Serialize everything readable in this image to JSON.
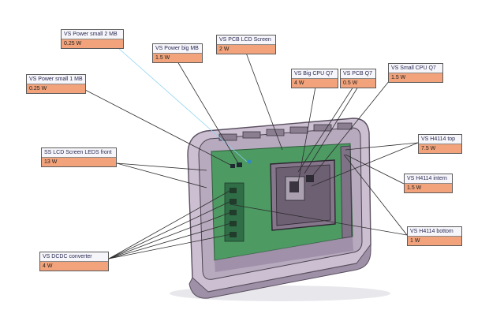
{
  "colors": {
    "value_fill": "#f2a37b",
    "pcb_green": "#3f8f59",
    "housing": "#b7a9be",
    "leader_line": "#2e2e2e",
    "highlight_leader": "#8ed3f0"
  },
  "callouts": [
    {
      "id": "power-small-2",
      "name": "VS Power small 2 MB",
      "value": "0.25 W"
    },
    {
      "id": "power-big",
      "name": "VS Power big MB",
      "value": "1.5 W"
    },
    {
      "id": "pcb-lcd",
      "name": "VS PCB LCD Screen",
      "value": "2 W"
    },
    {
      "id": "big-cpu",
      "name": "VS Big CPU Q7",
      "value": "4 W"
    },
    {
      "id": "pcb-q7",
      "name": "VS PCB Q7",
      "value": "0.5 W"
    },
    {
      "id": "small-cpu",
      "name": "VS Small CPU Q7",
      "value": "1.5 W"
    },
    {
      "id": "power-small-1",
      "name": "VS Power small 1 MB",
      "value": "0.25 W"
    },
    {
      "id": "lcd-leds",
      "name": "SS LCD Screen LEDS front",
      "value": "13 W"
    },
    {
      "id": "h4114-top",
      "name": "VS H4114 top",
      "value": "7.5 W"
    },
    {
      "id": "h4114-intern",
      "name": "VS H4114 intern",
      "value": "1.5 W"
    },
    {
      "id": "h4114-bottom",
      "name": "VS H4114 bottom",
      "value": "1 W"
    },
    {
      "id": "dcdc",
      "name": "VS DCDC converter",
      "value": "4 W"
    }
  ]
}
